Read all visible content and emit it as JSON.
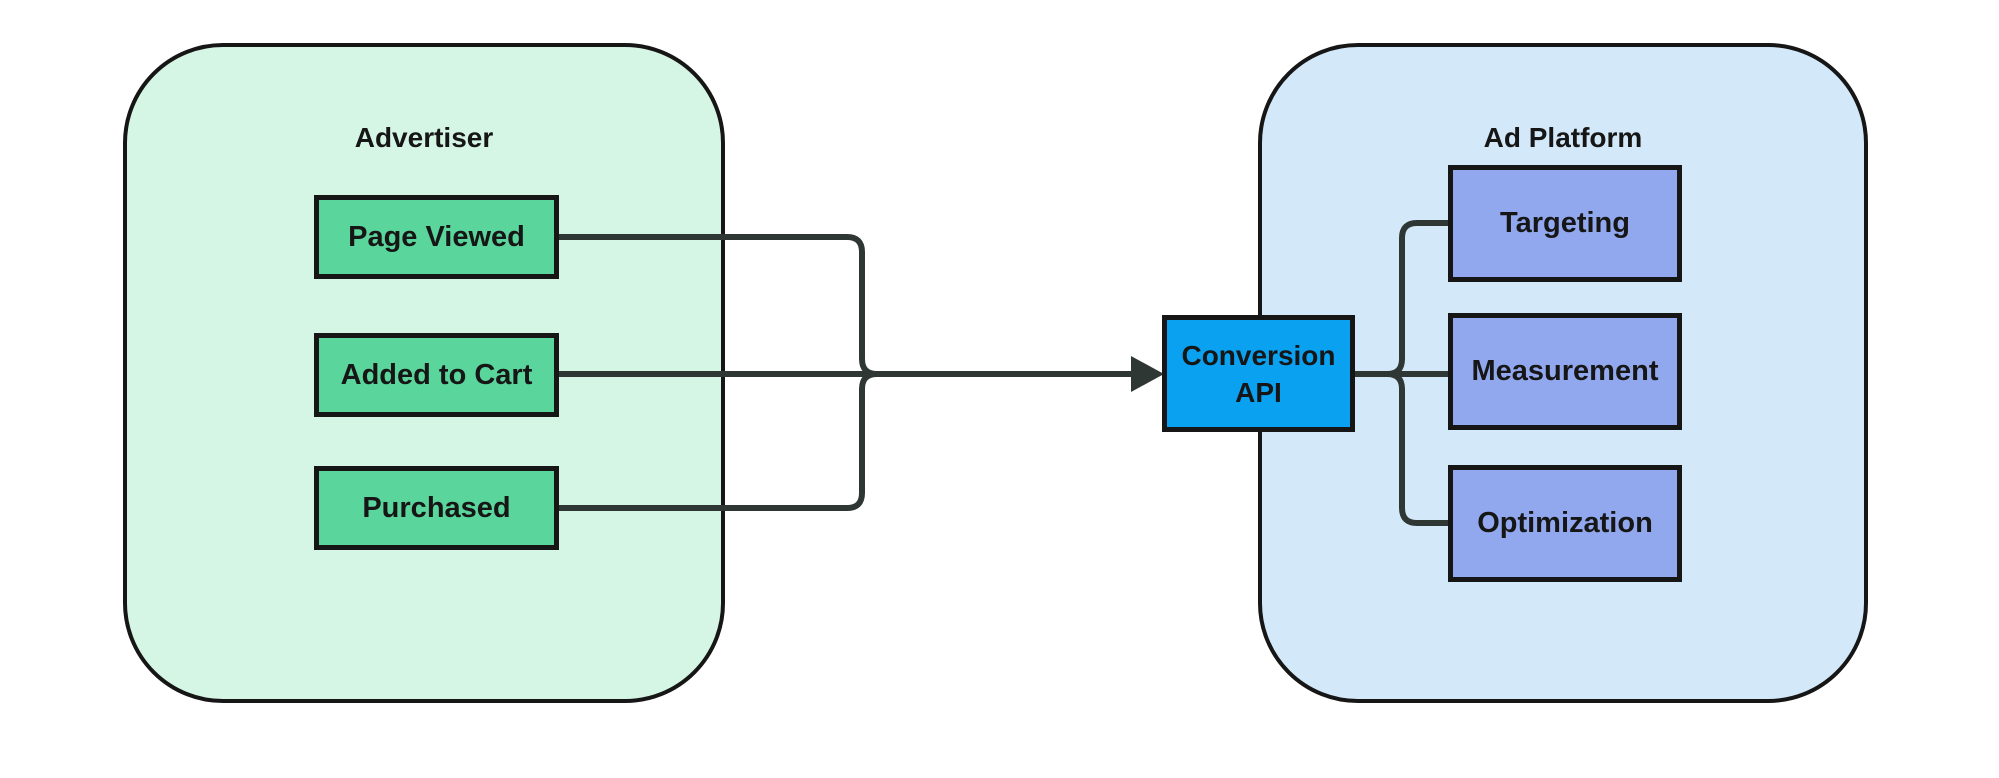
{
  "colors": {
    "background": "#ffffff",
    "container_green_fill": "#d6f6e5",
    "container_blue_fill": "#d3e9fa",
    "event_box_fill": "#5ad59b",
    "platform_box_fill": "#92a8ee",
    "api_box_fill": "#0aa1f0",
    "border": "#161616",
    "connector": "#2f3734",
    "text": "#161616"
  },
  "advertiser": {
    "title": "Advertiser",
    "events": [
      {
        "label": "Page Viewed"
      },
      {
        "label": "Added to Cart"
      },
      {
        "label": "Purchased"
      }
    ]
  },
  "api_node": {
    "label": "Conversion API"
  },
  "ad_platform": {
    "title": "Ad Platform",
    "capabilities": [
      {
        "label": "Targeting"
      },
      {
        "label": "Measurement"
      },
      {
        "label": "Optimization"
      }
    ]
  },
  "edges": [
    {
      "from": "Page Viewed",
      "to": "Conversion API"
    },
    {
      "from": "Added to Cart",
      "to": "Conversion API"
    },
    {
      "from": "Purchased",
      "to": "Conversion API"
    },
    {
      "from": "Conversion API",
      "to": "Targeting"
    },
    {
      "from": "Conversion API",
      "to": "Measurement"
    },
    {
      "from": "Conversion API",
      "to": "Optimization"
    }
  ]
}
